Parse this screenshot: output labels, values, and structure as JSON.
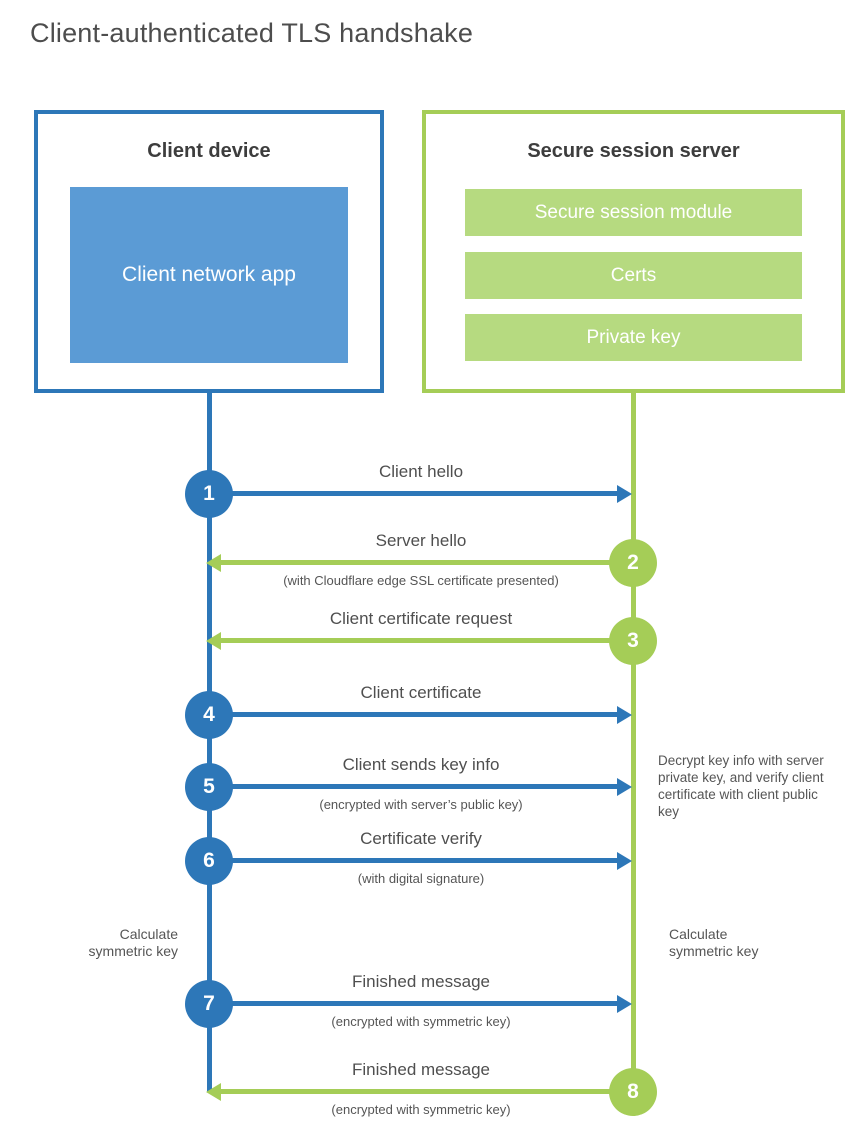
{
  "title": "Client-authenticated TLS handshake",
  "client": {
    "header": "Client device",
    "app_label": "Client network app"
  },
  "server": {
    "header": "Secure session server",
    "modules": [
      "Secure session module",
      "Certs",
      "Private key"
    ]
  },
  "messages": [
    {
      "num": "1",
      "label": "Client hello",
      "sub": "",
      "from": "client"
    },
    {
      "num": "2",
      "label": "Server hello",
      "sub": "(with Cloudflare edge SSL certificate presented)",
      "from": "server"
    },
    {
      "num": "3",
      "label": "Client certificate request",
      "sub": "",
      "from": "server"
    },
    {
      "num": "4",
      "label": "Client certificate",
      "sub": "",
      "from": "client"
    },
    {
      "num": "5",
      "label": "Client sends key info",
      "sub": "(encrypted with server’s public key)",
      "from": "client"
    },
    {
      "num": "6",
      "label": "Certificate verify",
      "sub": "(with digital signature)",
      "from": "client"
    },
    {
      "num": "7",
      "label": "Finished message",
      "sub": "(encrypted with symmetric key)",
      "from": "client"
    },
    {
      "num": "8",
      "label": "Finished message",
      "sub": "(encrypted with symmetric key)",
      "from": "server"
    }
  ],
  "annotations": {
    "calc_left": "Calculate symmetric key",
    "calc_right": "Calculate symmetric key",
    "decrypt_note": "Decrypt key info with server private key, and verify client certificate with client public key"
  },
  "colors": {
    "blue": "#2d77b8",
    "blue_fill": "#5b9bd5",
    "green": "#a5cd57",
    "green_fill": "#b6da80"
  }
}
